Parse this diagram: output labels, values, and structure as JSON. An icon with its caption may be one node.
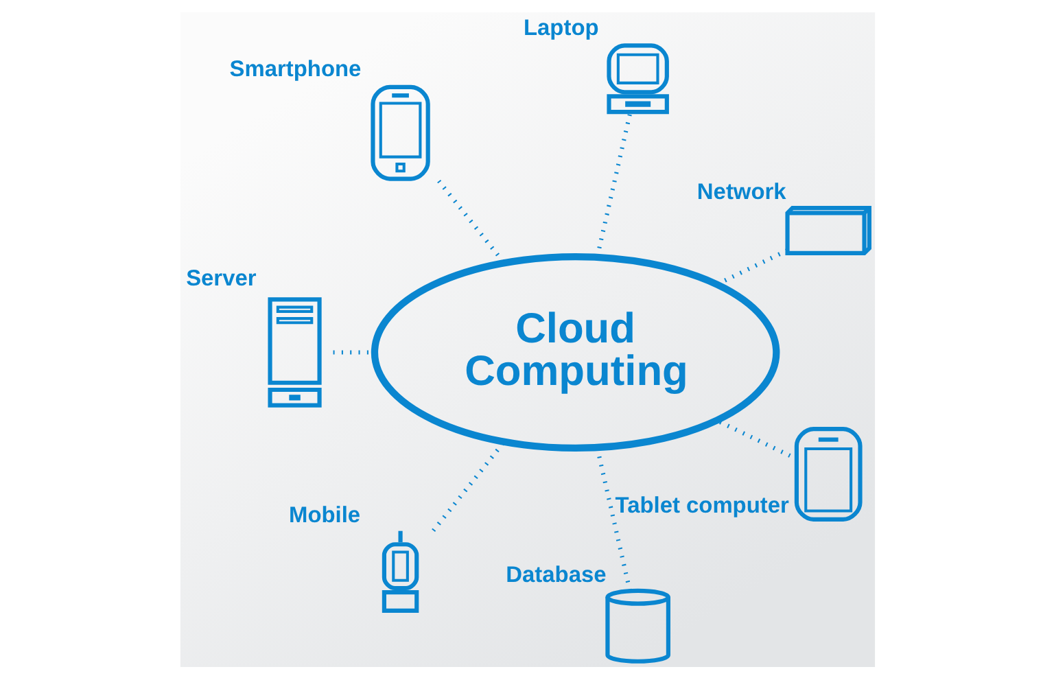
{
  "diagram": {
    "nodes": [
      {
        "text": [],
        "shape": "picture",
        "beside": [
          "Laptop"
        ]
      },
      {
        "text": [],
        "shape": "picture",
        "beside": [
          "Network"
        ]
      },
      {
        "text": [],
        "shape": "picture",
        "beside": [
          "Smartphone"
        ]
      },
      {
        "text": [
          "Cloud Computing"
        ]
      },
      {
        "text": [],
        "shape": "picture",
        "beside": [
          "Tablet computer"
        ]
      },
      {
        "text": [],
        "shape": "picture",
        "beside": [
          "Server"
        ]
      },
      {
        "text": [],
        "shape": "picture",
        "beside": [
          "Mobile"
        ]
      },
      {
        "text": [],
        "shape": "picture",
        "beside": [
          "Database"
        ]
      }
    ],
    "edges": [
      {
        "from": 1,
        "to": 3,
        "arrow": "none",
        "style": "dashed"
      },
      {
        "from": 0,
        "to": 3,
        "arrow": "none",
        "style": "dashed"
      },
      {
        "from": 2,
        "to": 3,
        "arrow": "none",
        "style": "dashed"
      },
      {
        "from": 5,
        "to": 3,
        "arrow": "none",
        "style": "dashed"
      },
      {
        "from": 6,
        "to": 3,
        "arrow": "none",
        "style": "dashed"
      },
      {
        "from": 7,
        "to": 3,
        "arrow": "none",
        "style": "dashed"
      },
      {
        "from": 4,
        "to": 3,
        "arrow": "none",
        "style": "dashed"
      }
    ]
  }
}
